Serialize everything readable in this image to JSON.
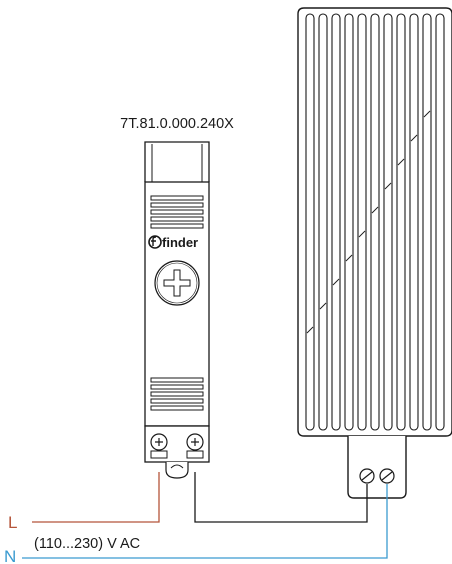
{
  "device": {
    "model": "7T.81.0.000.240X",
    "brand": "finder"
  },
  "wiring": {
    "line_label": "L",
    "neutral_label": "N",
    "voltage_label": "(110...230) V AC"
  },
  "colors": {
    "line_wire": "#b5553a",
    "neutral_wire": "#3b9bd0",
    "outline": "#1a1a1a"
  }
}
